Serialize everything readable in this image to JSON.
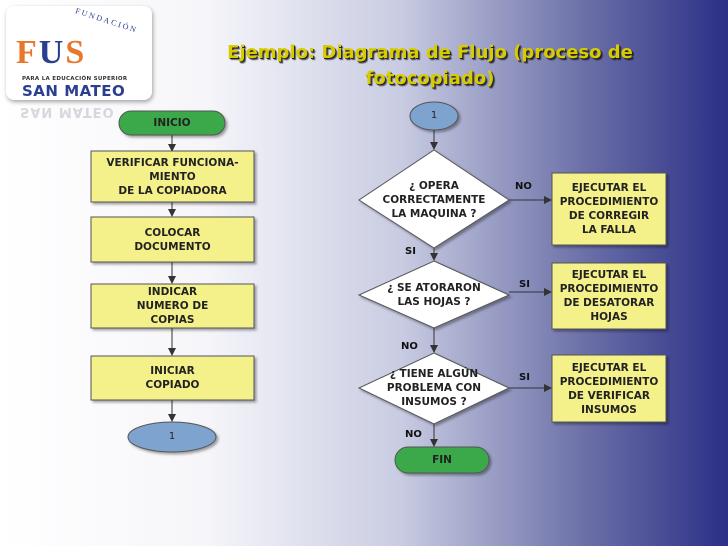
{
  "logo": {
    "brand": "FUS",
    "arc_text": "FUNDACIÓN",
    "subtitle": "PARA LA EDUCACIÓN SUPERIOR",
    "name": "SAN MATEO"
  },
  "title": {
    "line1": "Ejemplo: Diagrama de Flujo (proceso de",
    "line2": "fotocopiado)"
  },
  "nodes": {
    "inicio": "INICIO",
    "verificar": "VERIFICAR FUNCIONA-\nMIENTO\nDE LA COPIADORA",
    "colocar": "COLOCAR\nDOCUMENTO",
    "indicar": "INDICAR\nNUMERO DE\nCOPIAS",
    "iniciar": "INICIAR\nCOPIADO",
    "connector_out": "1",
    "connector_in": "1",
    "q_opera": "¿ OPERA\nCORRECTAMENTE\nLA MAQUINA ?",
    "q_atoraron": "¿ SE ATORARON\nLAS HOJAS ?",
    "q_insumos": "¿ TIENE ALGÚN\nPROBLEMA CON\nINSUMOS ?",
    "fix_falla": "EJECUTAR EL\nPROCEDIMIENTO\nDE CORREGIR\nLA FALLA",
    "fix_hojas": "EJECUTAR EL\nPROCEDIMIENTO\nDE DESATORAR\nHOJAS",
    "fix_insumos": "EJECUTAR EL\nPROCEDIMIENTO\nDE VERIFICAR\nINSUMOS",
    "fin": "FIN"
  },
  "edge_labels": {
    "opera_no": "NO",
    "opera_si": "SI",
    "atoraron_si": "SI",
    "atoraron_no": "NO",
    "insumos_si": "SI",
    "insumos_no": "NO"
  },
  "colors": {
    "process_fill": "#f4f08a",
    "terminal_fill": "#3aa84a",
    "connector_fill": "#7fa3cf",
    "decision_fill": "#ffffff",
    "title": "#d8cc00"
  }
}
